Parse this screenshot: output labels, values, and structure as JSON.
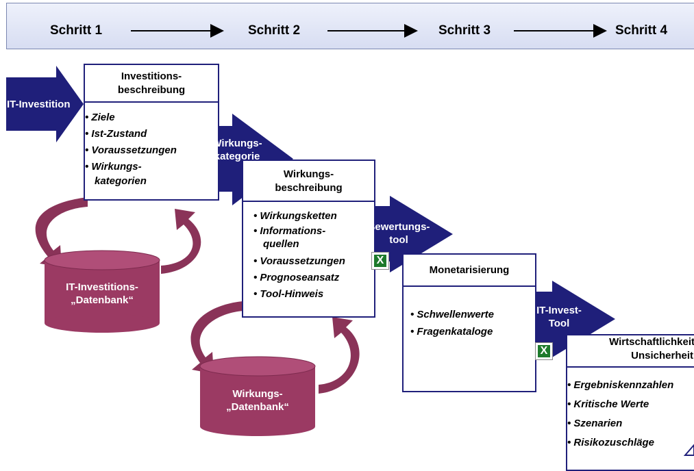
{
  "steps": [
    "Schritt 1",
    "Schritt 2",
    "Schritt 3",
    "Schritt 4"
  ],
  "arrows": {
    "it_investition": "IT-Investition",
    "wirkungskategorie": [
      "Wirkungs-",
      "kategorie"
    ],
    "bewertungstool": [
      "Bewertungs-",
      "tool"
    ],
    "it_invest_tool": [
      "IT-Invest-",
      "Tool"
    ]
  },
  "docs": {
    "investitionsbeschreibung": {
      "title": [
        "Investitions-",
        "beschreibung"
      ],
      "bullets": [
        "• Ziele",
        "• Ist-Zustand",
        "• Voraussetzungen",
        "• Wirkungs-",
        "kategorien"
      ]
    },
    "wirkungsbeschreibung": {
      "title": [
        "Wirkungs-",
        "beschreibung"
      ],
      "bullets": [
        "• Wirkungsketten",
        "• Informations-",
        "quellen",
        "• Voraussetzungen",
        "• Prognoseansatz",
        "• Tool-Hinweis"
      ]
    },
    "monetarisierung": {
      "title": [
        "Monetarisierung"
      ],
      "bullets": [
        "• Schwellenwerte",
        "• Fragenkataloge"
      ]
    },
    "wirtschaftlichkeit": {
      "title": [
        "Wirtschaftlichkeit",
        "Unsicherheit"
      ],
      "bullets": [
        "• Ergebniskennzahlen",
        "• Kritische Werte",
        "• Szenarien",
        "• Risikozuschläge"
      ]
    }
  },
  "databases": {
    "it_investitions": [
      "IT-Investitions-",
      "„Datenbank“"
    ],
    "wirkungs": [
      "Wirkungs-",
      "„Datenbank“"
    ]
  },
  "icons": [
    "arrow-right-icon",
    "excel-icon",
    "cycle-arrow-icon",
    "database-cylinder-icon",
    "document-fold-icon"
  ],
  "colors": {
    "navy": "#1f1f7a",
    "maroon": "#9b3a63",
    "topbar": "#dde2f4"
  }
}
